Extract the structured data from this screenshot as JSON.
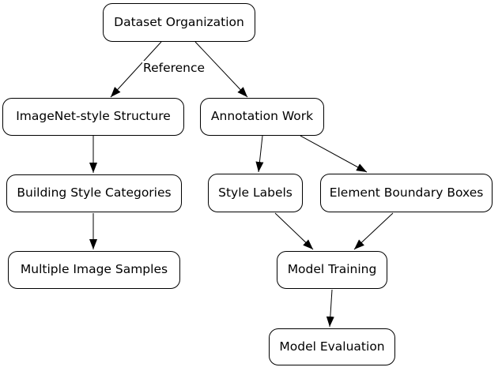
{
  "diagram": {
    "type": "flowchart",
    "colors": {
      "background": "#ffffff",
      "node_fill": "#ffffff",
      "node_border": "#000000",
      "edge_stroke": "#000000",
      "text": "#000000"
    },
    "nodes": {
      "dataset_organization": "Dataset Organization",
      "imagenet_structure": "ImageNet-style Structure",
      "annotation_work": "Annotation Work",
      "building_style_categories": "Building Style Categories",
      "style_labels": "Style Labels",
      "element_boundary_boxes": "Element Boundary Boxes",
      "multiple_image_samples": "Multiple Image Samples",
      "model_training": "Model Training",
      "model_evaluation": "Model Evaluation"
    },
    "edge_label": "Reference",
    "edges": [
      {
        "from": "Dataset Organization",
        "to": "ImageNet-style Structure",
        "label": "Reference"
      },
      {
        "from": "Dataset Organization",
        "to": "Annotation Work",
        "label": ""
      },
      {
        "from": "ImageNet-style Structure",
        "to": "Building Style Categories",
        "label": ""
      },
      {
        "from": "Building Style Categories",
        "to": "Multiple Image Samples",
        "label": ""
      },
      {
        "from": "Annotation Work",
        "to": "Style Labels",
        "label": ""
      },
      {
        "from": "Annotation Work",
        "to": "Element Boundary Boxes",
        "label": ""
      },
      {
        "from": "Style Labels",
        "to": "Model Training",
        "label": ""
      },
      {
        "from": "Element Boundary Boxes",
        "to": "Model Training",
        "label": ""
      },
      {
        "from": "Model Training",
        "to": "Model Evaluation",
        "label": ""
      }
    ]
  }
}
